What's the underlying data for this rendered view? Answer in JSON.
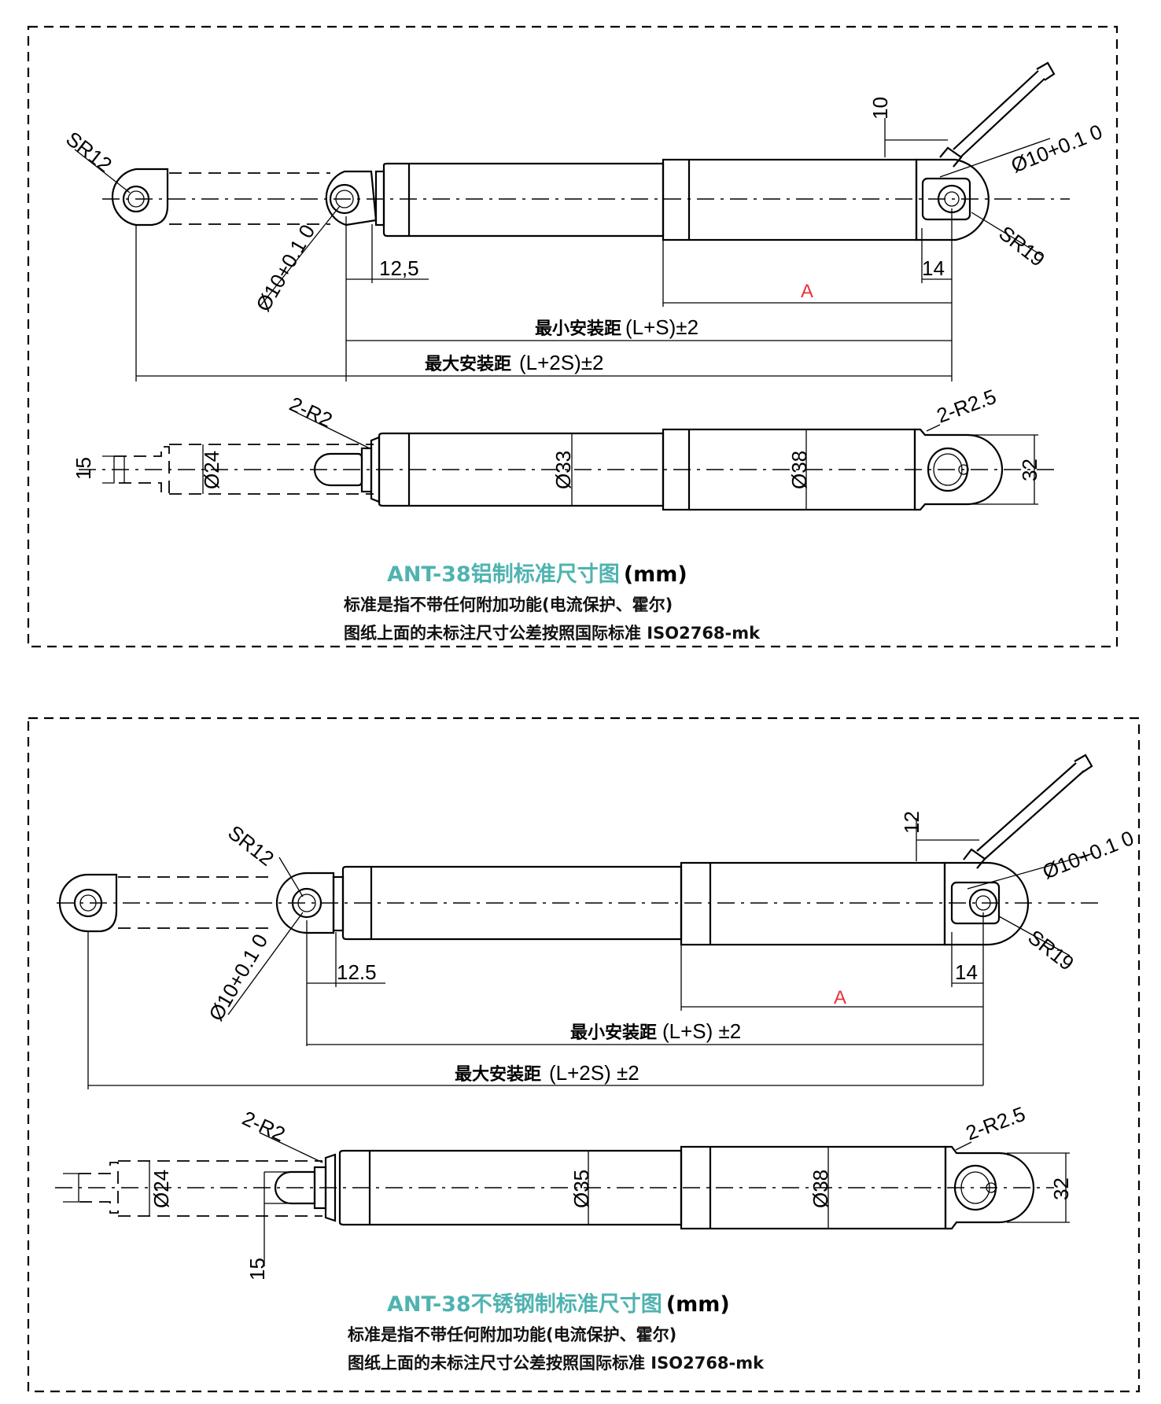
{
  "panels": [
    {
      "labels": {
        "sr12": "SR12",
        "d10": "Ø10+0.1 0",
        "d10_top": "Ø10+0.1 0",
        "sr19": "SR19",
        "dim_10": "10",
        "dim_12_5": "12,5",
        "dim_14": "14",
        "a": "A",
        "min_label": "最小安装距",
        "min_value": "(L+S)±2",
        "max_label": "最大安装距",
        "max_value": "(L+2S)±2",
        "r2": "2-R2",
        "r25": "2-R2.5",
        "dim_15": "15",
        "d24": "Ø24",
        "d_tube": "Ø33",
        "d38": "Ø38",
        "dim_32": "32"
      },
      "caption": {
        "title": "ANT-38铝制标准尺寸图",
        "unit": "(mm)",
        "line1": "标准是指不带任何附加功能(电流保护、霍尔)",
        "line2": "图纸上面的未标注尺寸公差按照国际标准 ISO2768-mk"
      }
    },
    {
      "labels": {
        "sr12": "SR12",
        "d10": "Ø10+0.1 0",
        "d10_top": "Ø10+0.1 0",
        "sr19": "SR19",
        "dim_10": "12",
        "dim_12_5": "12.5",
        "dim_14": "14",
        "a": "A",
        "min_label": "最小安装距",
        "min_value": "(L+S) ±2",
        "max_label": "最大安装距",
        "max_value": "(L+2S) ±2",
        "r2": "2-R2",
        "r25": "2-R2.5",
        "dim_15": "15",
        "d24": "Ø24",
        "d_tube": "Ø35",
        "d38": "Ø38",
        "dim_32": "32"
      },
      "caption": {
        "title": "ANT-38不锈钢制标准尺寸图",
        "unit": "(mm)",
        "line1": "标准是指不带任何附加功能(电流保护、霍尔)",
        "line2": "图纸上面的未标注尺寸公差按照国际标准 ISO2768-mk"
      }
    }
  ],
  "colors": {
    "title": "#4fb3b0",
    "dimension_a": "#e8323c",
    "line": "#000000"
  }
}
